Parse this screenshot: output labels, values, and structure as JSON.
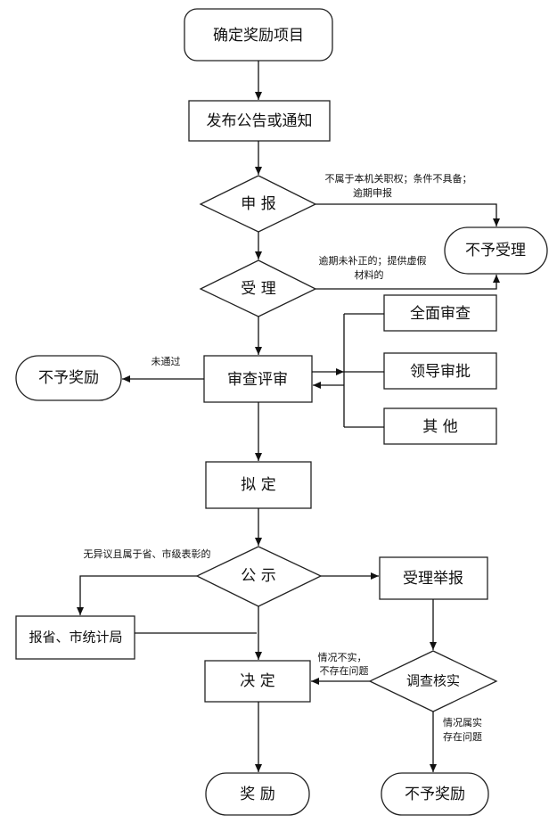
{
  "nodes": {
    "determine_award_item": "确定奖励项目",
    "publish_notice": "发布公告或通知",
    "declare": "申 报",
    "accept": "受 理",
    "not_accepted": "不予受理",
    "review_evaluation": "审查评审",
    "full_review": "全面审查",
    "leader_approval": "领导审批",
    "other": "其 他",
    "no_award_left": "不予奖励",
    "draft": "拟 定",
    "publicity": "公 示",
    "accept_report": "受理举报",
    "report_city_stats": "报省、市统计局",
    "decision": "决 定",
    "investigate": "调查核实",
    "award": "奖 励",
    "no_award_bottom": "不予奖励"
  },
  "edge_labels": {
    "declare_reject_line1": "不属于本机关职权；条件不具备；",
    "declare_reject_line2": "逾期申报",
    "accept_reject_line1": "逾期未补正的；提供虚假",
    "accept_reject_line2": "材料的",
    "not_passed": "未通过",
    "no_objection": "无异议且属于省、市级表彰的",
    "untrue_line1": "情况不实，",
    "untrue_line2": "不存在问题",
    "true_line1": "情况属实",
    "true_line2": "存在问题"
  }
}
